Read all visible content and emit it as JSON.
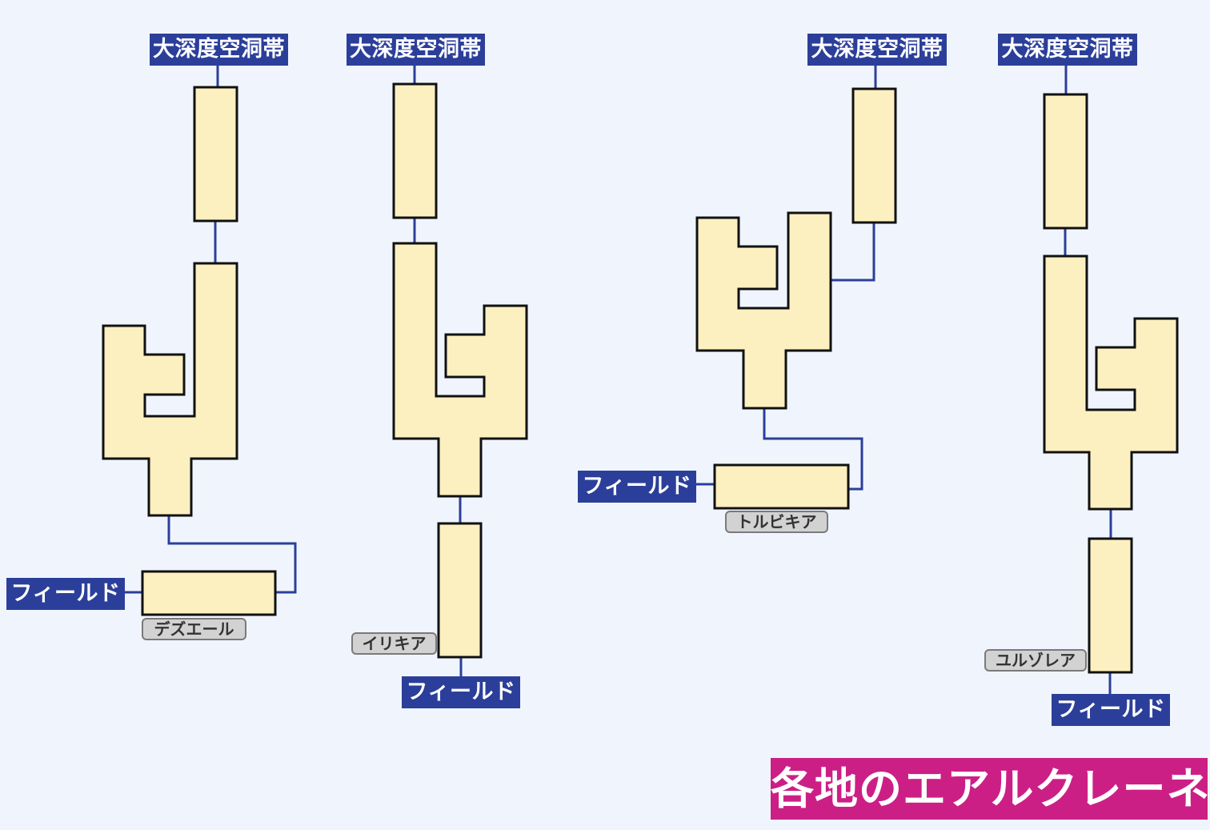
{
  "labels": {
    "top": "大深度空洞帯",
    "field": "フィールド"
  },
  "locations": {
    "a": "デズエール",
    "b": "イリキア",
    "c": "トルビキア",
    "d": "ユルゾレア"
  },
  "title": "各地のエアルクレーネ",
  "colors": {
    "background": "#f0f5fd",
    "room_fill": "#fdf0c0",
    "room_border": "#111111",
    "link": "#2b3f9a",
    "label_bg": "#2b3f9a",
    "location_bg": "#d2d2d2",
    "title_bg": "#cc1f86"
  }
}
